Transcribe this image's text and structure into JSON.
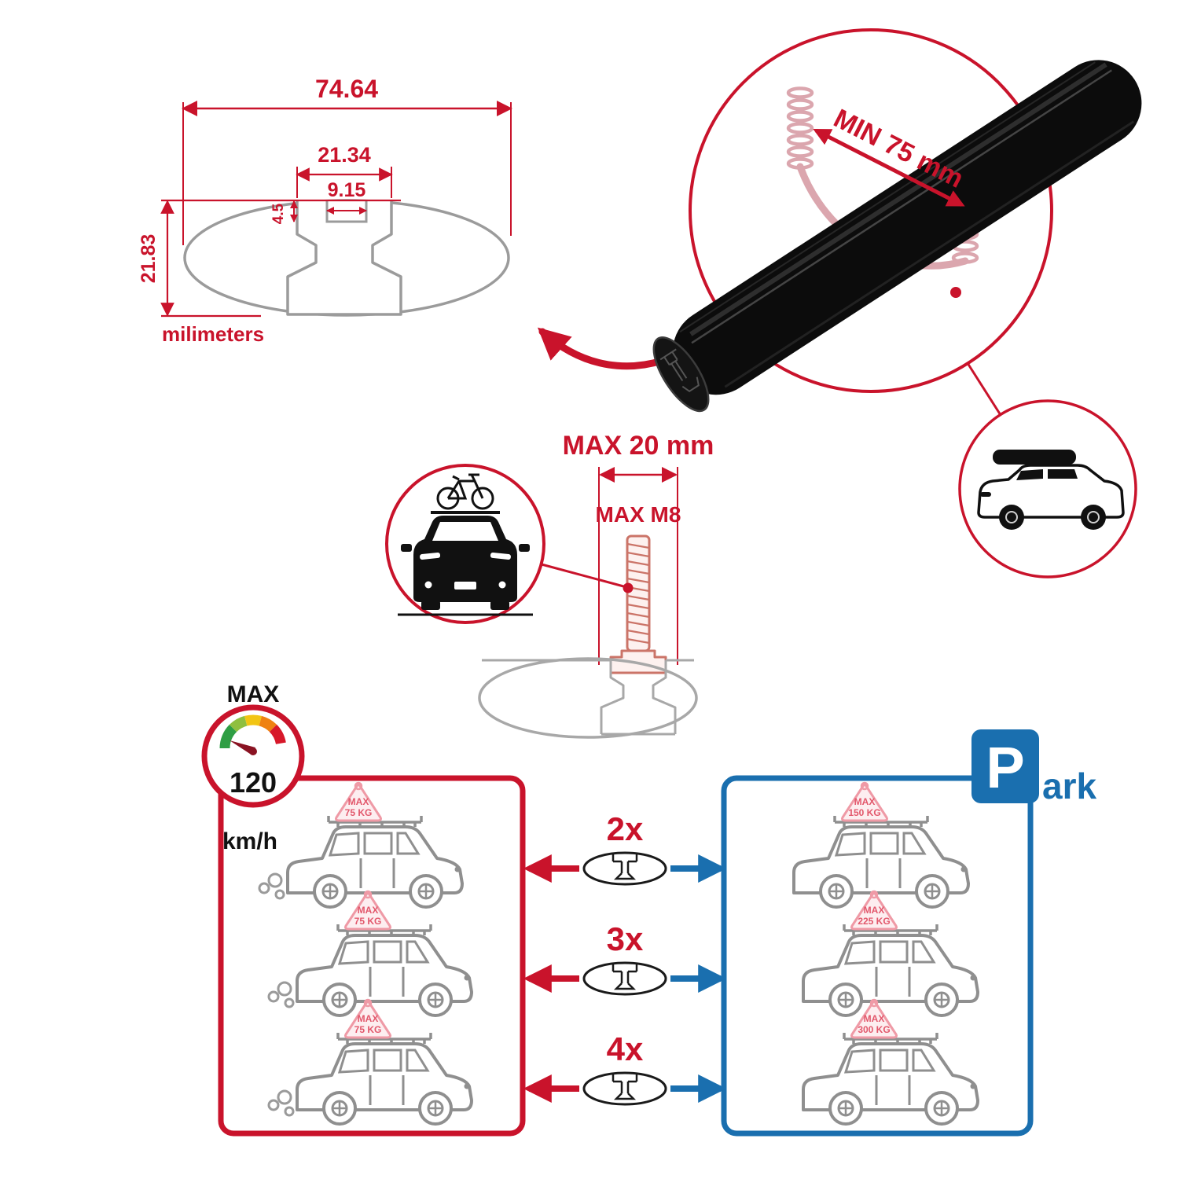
{
  "colors": {
    "red": "#C9132B",
    "blue": "#1A6FAF",
    "gray": "#9B9B9B",
    "pink": "#EF9AA6",
    "black": "#111111"
  },
  "dimension_diagram": {
    "total_width": "74.64",
    "slot_outer_width": "21.34",
    "slot_inner_width": "9.15",
    "notch_depth": "4.5",
    "total_height": "21.83",
    "unit_label": "milimeters"
  },
  "bar_detail": {
    "min_span_label": "MIN 75 mm"
  },
  "bolt_detail": {
    "max_width_label": "MAX 20 mm",
    "thread_label": "MAX M8"
  },
  "speed_limit": {
    "label": "MAX",
    "value": "120",
    "unit": "km/h"
  },
  "park_sign": {
    "letter": "P",
    "suffix": "ark"
  },
  "comparison_rows": [
    {
      "count": "2x",
      "left_tag": {
        "title": "MAX",
        "value": "75 KG"
      },
      "right_tag": {
        "title": "MAX",
        "value": "150 KG"
      }
    },
    {
      "count": "3x",
      "left_tag": {
        "title": "MAX",
        "value": "75 KG"
      },
      "right_tag": {
        "title": "MAX",
        "value": "225 KG"
      }
    },
    {
      "count": "4x",
      "left_tag": {
        "title": "MAX",
        "value": "75 KG"
      },
      "right_tag": {
        "title": "MAX",
        "value": "300 KG"
      }
    }
  ]
}
